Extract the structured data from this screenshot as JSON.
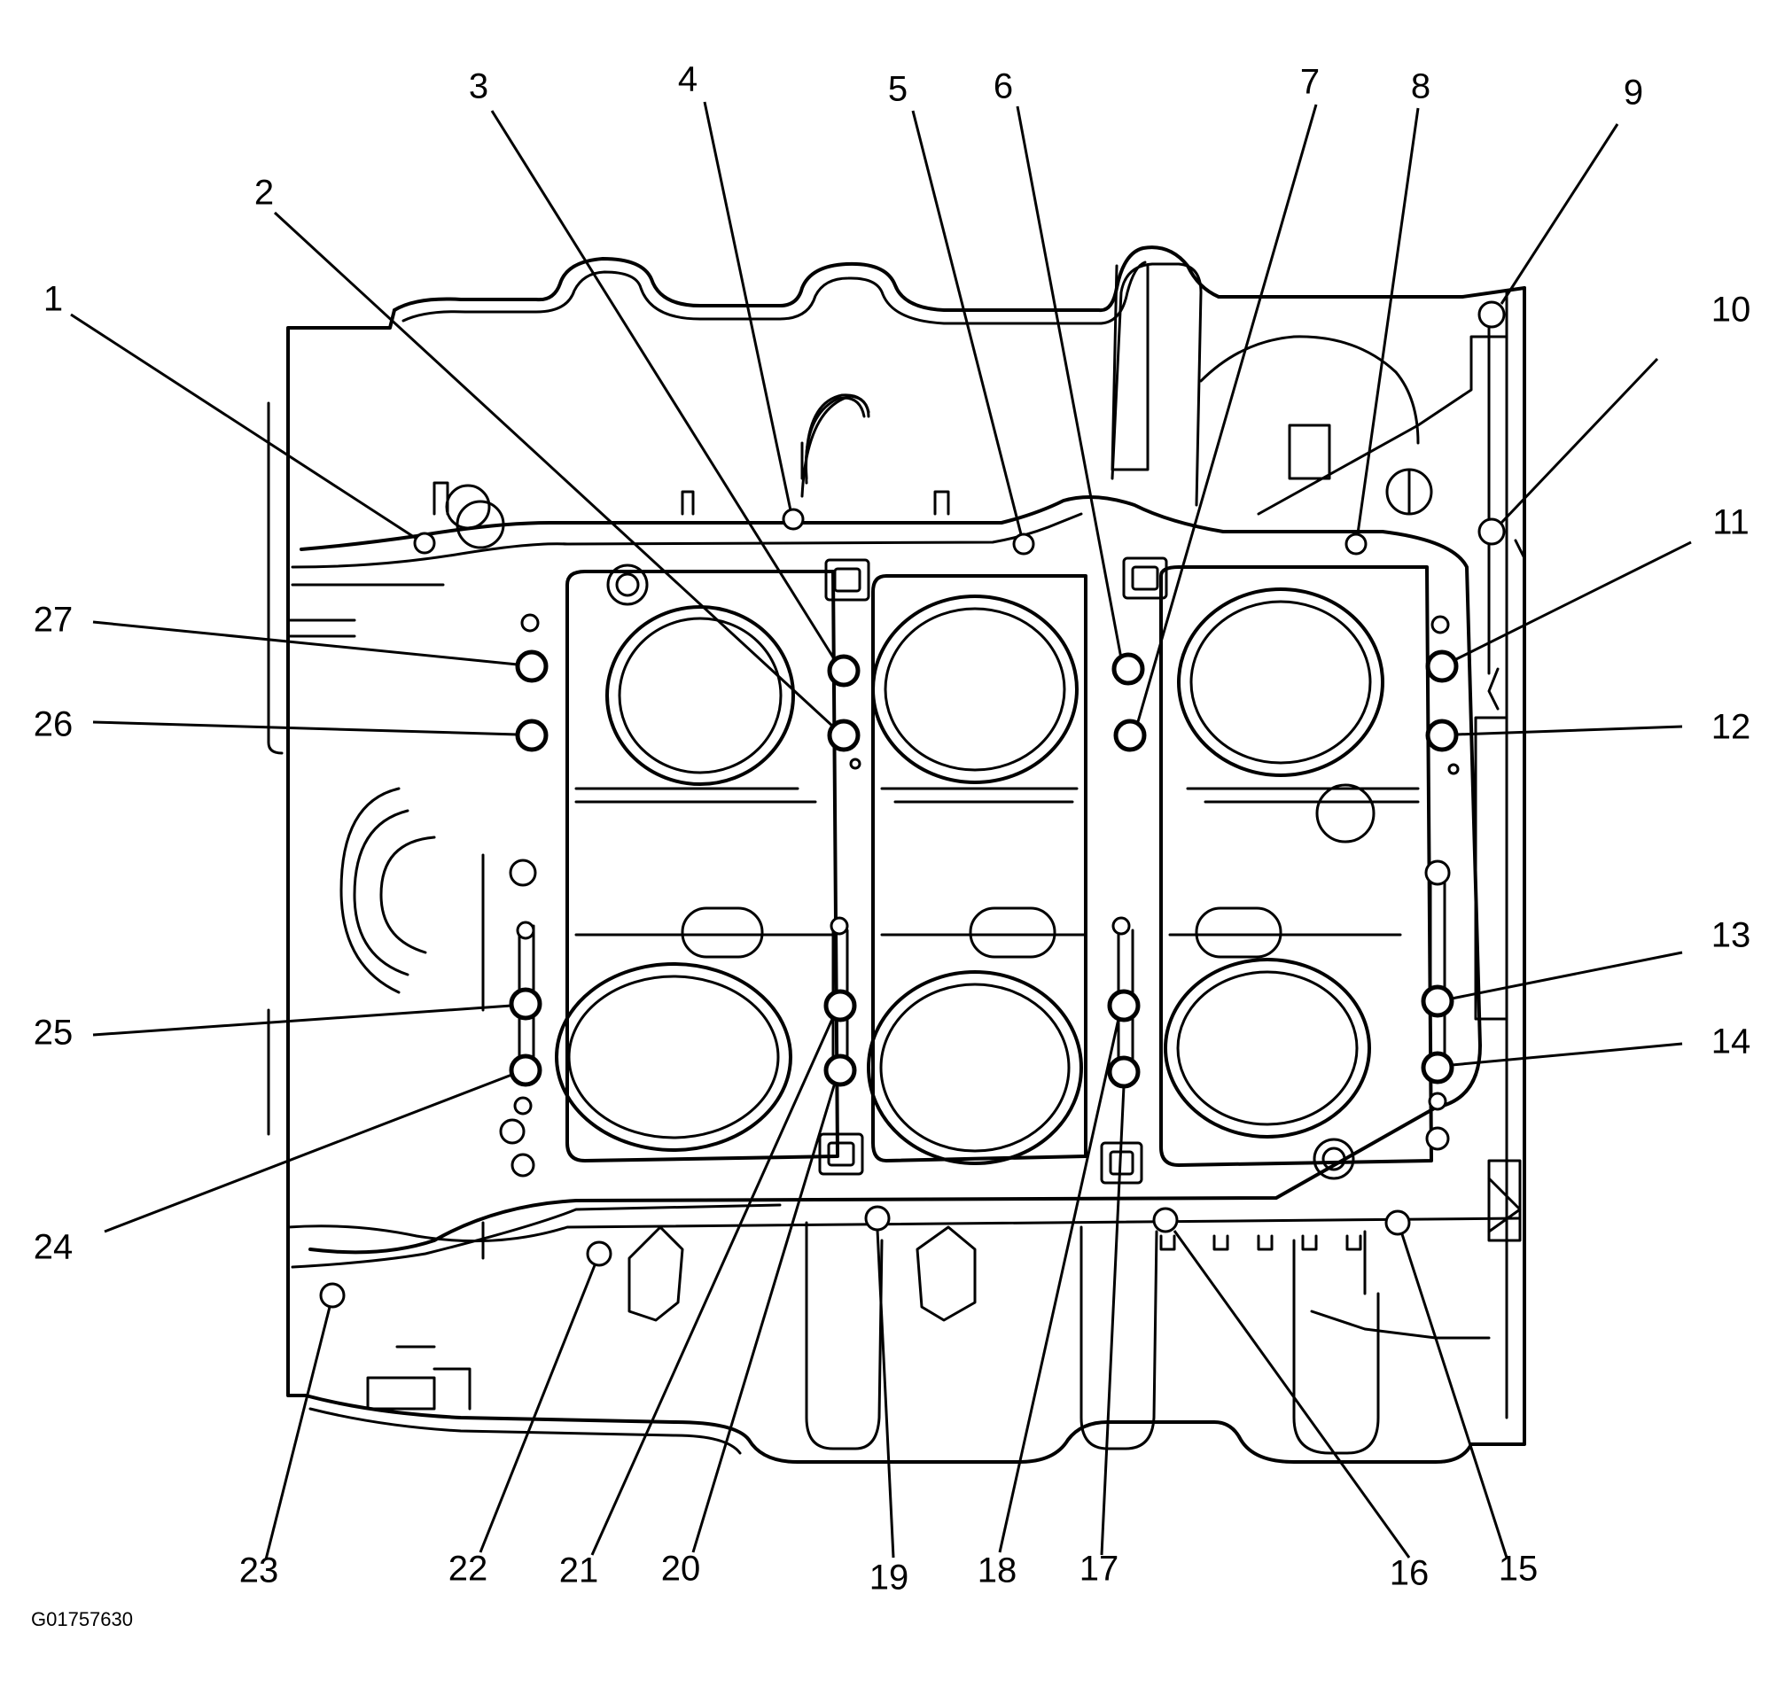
{
  "figure_id": "G01757630",
  "callouts": [
    "1",
    "2",
    "3",
    "4",
    "5",
    "6",
    "7",
    "8",
    "9",
    "10",
    "11",
    "12",
    "13",
    "14",
    "15",
    "16",
    "17",
    "18",
    "19",
    "20",
    "21",
    "22",
    "23",
    "24",
    "25",
    "26",
    "27"
  ]
}
